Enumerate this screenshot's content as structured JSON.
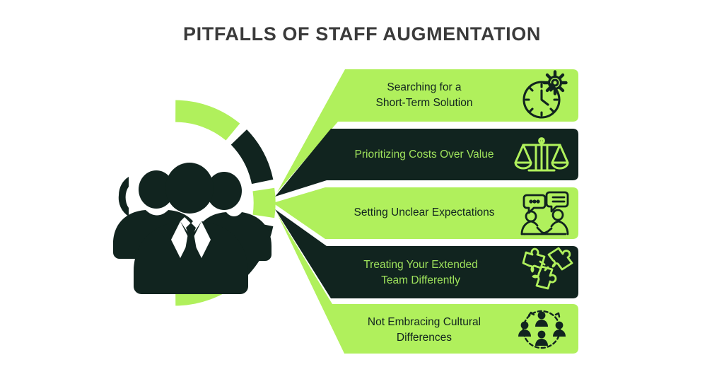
{
  "header": {
    "title": "PITFALLS OF STAFF AUGMENTATION"
  },
  "colors": {
    "green": "#b0f05c",
    "dark": "#11241f",
    "text_on_green": "#11241f",
    "text_on_dark": "#9fe35c",
    "title": "#3a3a3a",
    "background": "#ffffff"
  },
  "central_graphic": {
    "name": "staff-team-arc",
    "people_icon": "three-people-group-icon",
    "arc_icon": "segmented-c-arc",
    "arc_segments": [
      "green",
      "dark",
      "green",
      "dark",
      "green"
    ]
  },
  "rows": [
    {
      "index": 1,
      "label": "Searching for a\nShort-Term Solution",
      "style": "green",
      "icon": "clock-gear-icon"
    },
    {
      "index": 2,
      "label": "Prioritizing Costs Over Value",
      "style": "dark",
      "icon": "balance-scale-icon"
    },
    {
      "index": 3,
      "label": "Setting Unclear Expectations",
      "style": "green",
      "icon": "two-people-speech-bubbles-icon"
    },
    {
      "index": 4,
      "label": "Treating Your Extended\nTeam Differently",
      "style": "dark",
      "icon": "puzzle-teamwork-icon"
    },
    {
      "index": 5,
      "label": "Not Embracing Cultural\nDifferences",
      "style": "green",
      "icon": "people-circle-diversity-icon"
    }
  ]
}
